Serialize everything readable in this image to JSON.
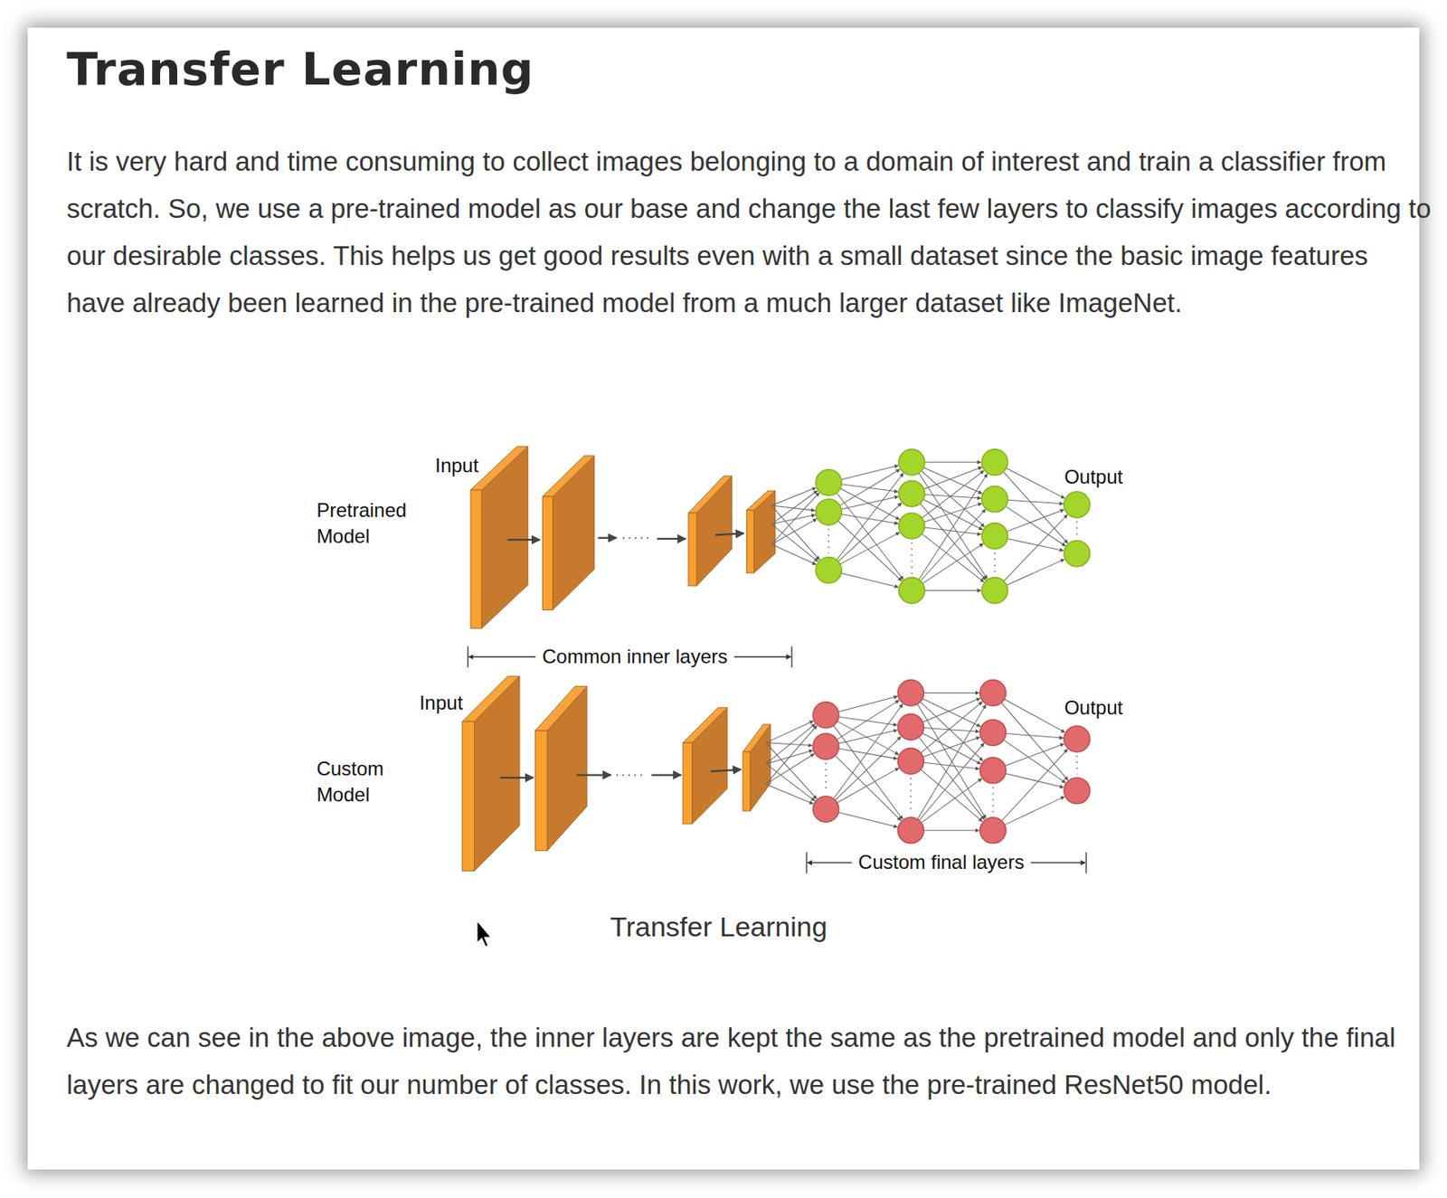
{
  "diagram": {
    "title": "Transfer Learning",
    "caption": "Transfer Learning",
    "labels": [
      "It is very hard and time consuming to collect images belonging to a domain of interest and train a classifier from scratch. So, we use a pre-trained model as our base and change the last few layers to classify images according to our desirable classes. This helps us get good results even with a small dataset since the basic image features have already been learned in the pre-trained model from a much larger dataset like ImageNet.",
      "Input",
      "Output",
      "Pretrained Model",
      "Common inner layers",
      "Input",
      "Output",
      "Custom Model",
      "Custom final layers",
      "As we can see in the above image, the inner layers are kept the same as the pretrained model and only the final layers are changed to fit our number of classes. In this work, we use the pre-trained ResNet50 model."
    ]
  }
}
